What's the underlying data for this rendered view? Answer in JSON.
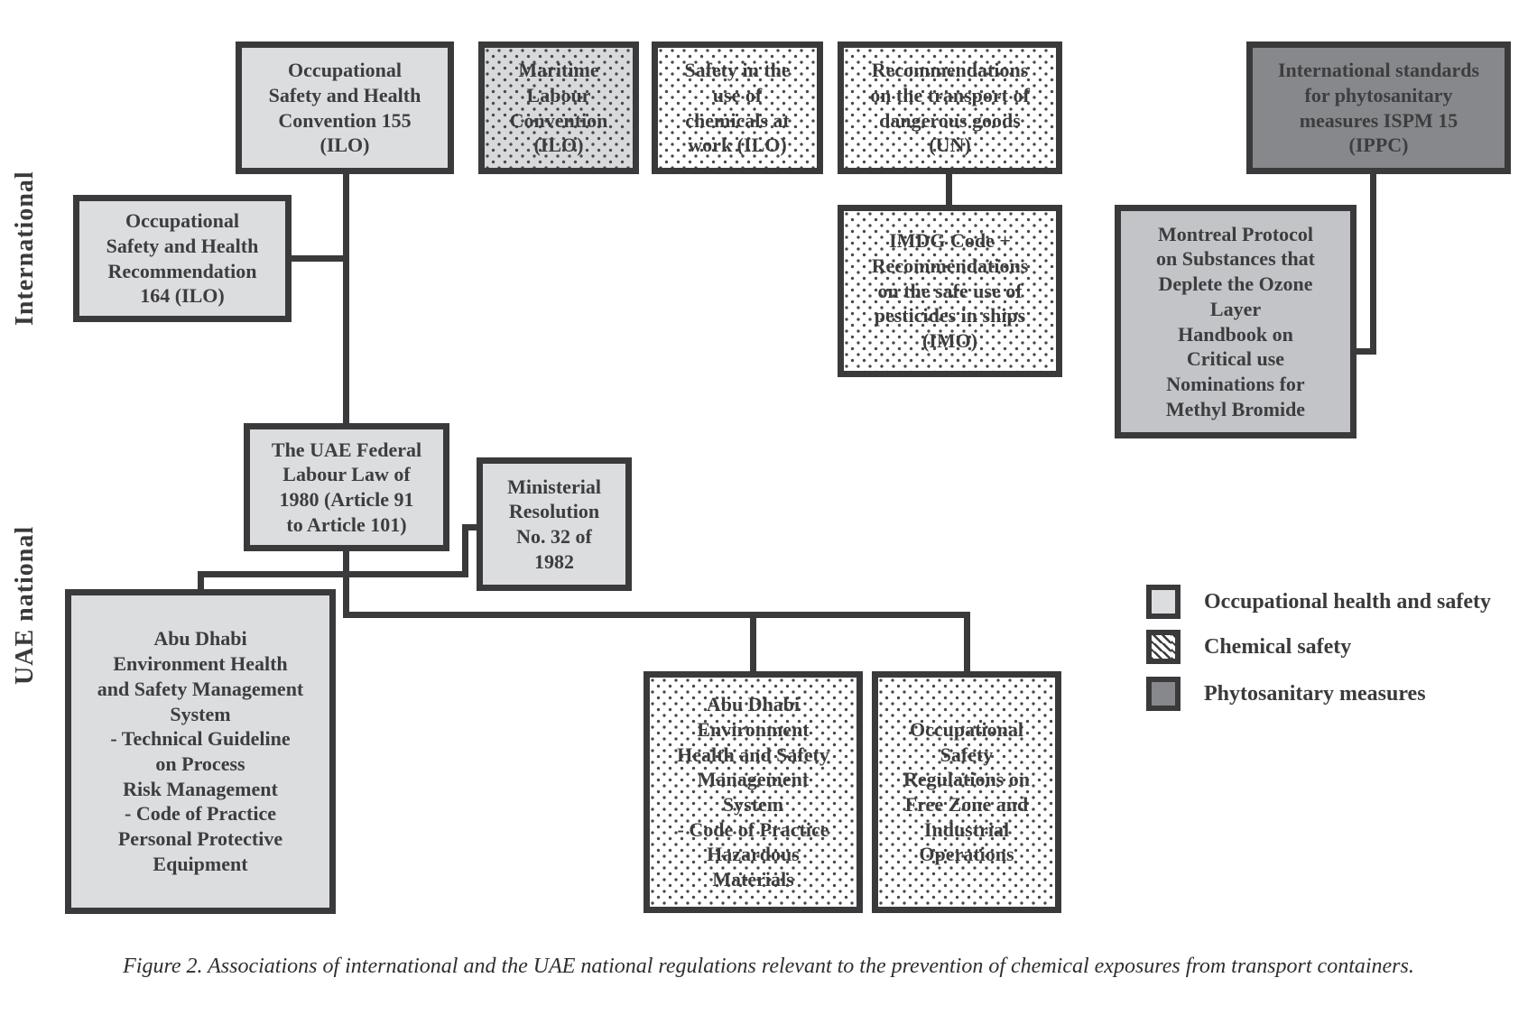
{
  "figure": {
    "side_labels": {
      "international": "International",
      "uae_national": "UAE national"
    },
    "boxes": {
      "conv155": {
        "label": "Occupational\nSafety and Health\nConvention 155\n(ILO)",
        "category": "occupational-health-and-safety",
        "fill": "#dcdddf"
      },
      "maritime": {
        "label": "Maritime\nLabour\nConvention\n(ILO)",
        "category": "occupational-health-and-safety + chemical-safety",
        "fill": "#d8d9db dotted"
      },
      "chemwork": {
        "label": "Safety in the\nuse of\nchemicals at\nwork (ILO)",
        "category": "chemical-safety",
        "fill": "#ffffff dotted"
      },
      "unrec": {
        "label": "Recommendations\non the transport of\ndangerous goods\n(UN)",
        "category": "chemical-safety",
        "fill": "#ffffff dotted"
      },
      "ippc": {
        "label": "International standards\nfor phytosanitary\nmeasures ISPM 15\n(IPPC)",
        "category": "phytosanitary-measures",
        "fill": "#87888b"
      },
      "rec164": {
        "label": "Occupational\nSafety and Health\nRecommendation\n164 (ILO)",
        "category": "occupational-health-and-safety",
        "fill": "#dcdddf"
      },
      "imdg": {
        "label": "IMDG Code +\nRecommendations\non the safe use of\npesticides in ships\n(IMO)",
        "category": "chemical-safety",
        "fill": "#ffffff dotted"
      },
      "montreal": {
        "label": "Montreal Protocol\non Substances that\nDeplete the Ozone\nLayer\nHandbook on\nCritical use\nNominations for\nMethyl Bromide",
        "category": "phytosanitary-measures",
        "fill": "#c3c4c7"
      },
      "labourlaw": {
        "label": "The UAE Federal\nLabour Law of\n1980 (Article 91\nto Article 101)",
        "category": "occupational-health-and-safety",
        "fill": "#dcdddf"
      },
      "ministerial": {
        "label": "Ministerial\nResolution\nNo. 32 of\n1982",
        "category": "occupational-health-and-safety",
        "fill": "#dcdddf"
      },
      "adehsms_main": {
        "label": "Abu Dhabi\nEnvironment Health\nand Safety Management\nSystem\n- Technical Guideline\non Process\nRisk Management\n- Code of Practice\nPersonal Protective\nEquipment",
        "category": "occupational-health-and-safety",
        "fill": "#dcdddf"
      },
      "adehsms_hazmat": {
        "label": "Abu Dhabi\nEnvironment\nHealth and Safety\nManagement\nSystem\n- Code of Practice\nHazardous\nMaterials",
        "category": "chemical-safety",
        "fill": "#ffffff dotted"
      },
      "freezone": {
        "label": "Occupational\nSafety\nRegulations on\nFree Zone and\nIndustrial\nOperations",
        "category": "chemical-safety",
        "fill": "#ffffff dotted"
      }
    },
    "legend": {
      "items": [
        {
          "label": "Occupational health and safety",
          "swatch": "light-gray-square",
          "color": "#dcdddf"
        },
        {
          "label": "Chemical safety",
          "swatch": "hatched-square",
          "color": "#ffffff"
        },
        {
          "label": "Phytosanitary measures",
          "swatch": "dark-gray-square",
          "color": "#87888b"
        }
      ]
    },
    "caption": "Figure 2. Associations of international and the UAE national regulations relevant to the prevention of chemical exposures from transport containers.",
    "line_color": "#3a3a3c"
  }
}
